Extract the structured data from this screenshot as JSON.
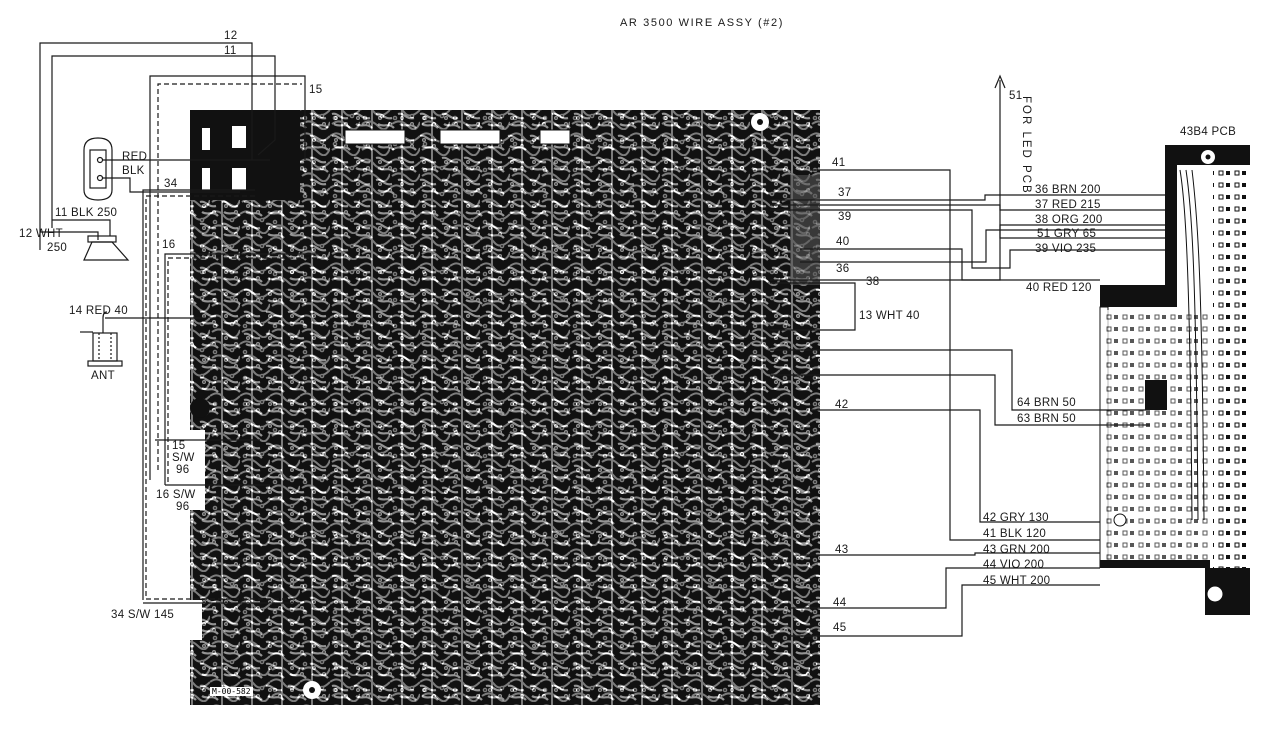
{
  "title": "AR 3500 WIRE ASSY (#2)",
  "led_note": {
    "number": "51",
    "text": "FOR LED PCB"
  },
  "pcb_right": {
    "label": "43B4 PCB"
  },
  "pcb_main": {
    "serial": "M-00-582"
  },
  "left_components": {
    "speaker_connector": {
      "red": "RED",
      "blk": "BLK"
    },
    "speaker": {
      "wire_11": "11 BLK 250",
      "wire_12_a": "12 WHT",
      "wire_12_b": "250"
    },
    "antenna": {
      "wire": "14 RED 40",
      "label": "ANT"
    }
  },
  "wire_numbers_top": [
    "12",
    "11",
    "15",
    "34",
    "16"
  ],
  "left_labels": {
    "w15_a": "15",
    "w15_b": "S/W",
    "w15_c": "96",
    "w16_a": "16 S/W",
    "w16_b": "96",
    "w34": "34 S/W 145"
  },
  "center_numbers": {
    "n41": "41",
    "n37": "37",
    "n39": "39",
    "n40": "40",
    "n36": "36",
    "n38": "38",
    "n42": "42",
    "n43": "43",
    "n44": "44",
    "n45": "45",
    "wht13": "13  WHT 40"
  },
  "wires_right_top": [
    {
      "label": "36 BRN  200"
    },
    {
      "label": "37 RED  215"
    },
    {
      "label": "38 ORG 200"
    },
    {
      "label": "51 GRY    65"
    },
    {
      "label": "39 VIO  235"
    },
    {
      "label": "40 RED 120"
    }
  ],
  "wires_right_mid": [
    {
      "label": "64 BRN   50"
    },
    {
      "label": "63 BRN   50"
    }
  ],
  "wires_right_bottom": [
    {
      "label": "42 GRY  130"
    },
    {
      "label": "41 BLK  120"
    },
    {
      "label": "43 GRN  200"
    },
    {
      "label": "44 VIO  200"
    },
    {
      "label": "45 WHT  200"
    }
  ],
  "colors": {
    "ink": "#1a1a1a",
    "paper": "#ffffff"
  }
}
